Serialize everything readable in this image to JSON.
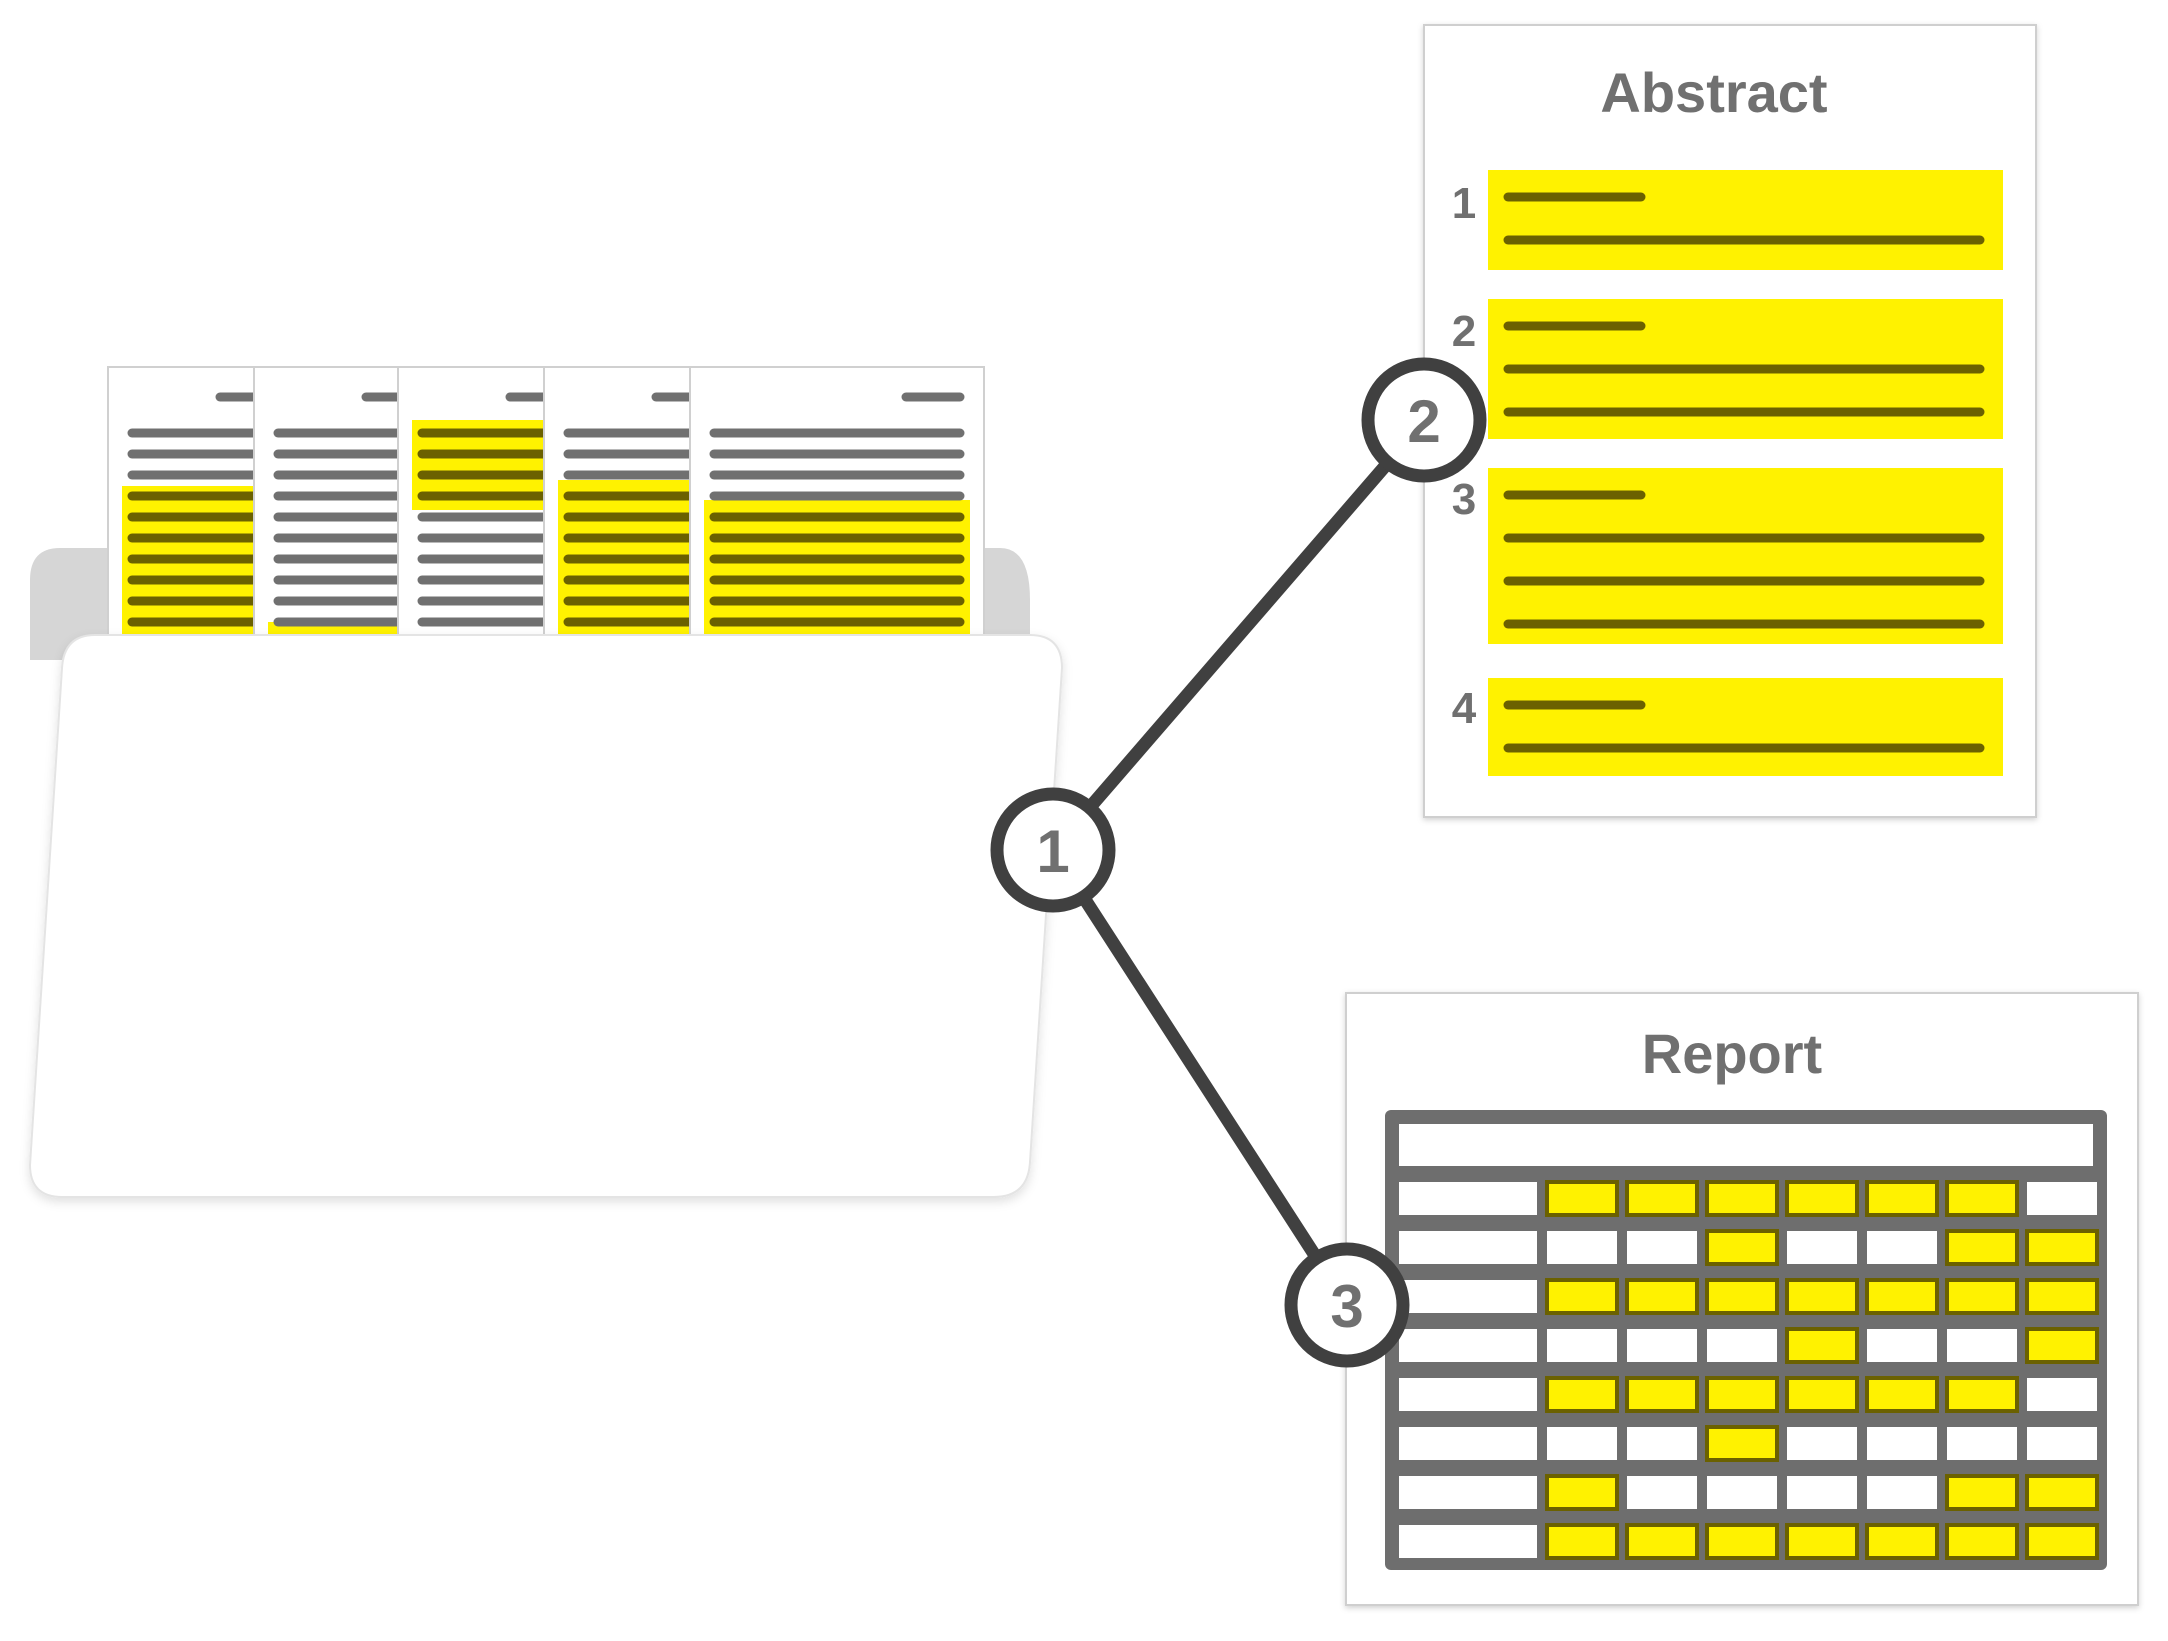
{
  "colors": {
    "highlight": "#fff200",
    "highlight_text": "#6b6100",
    "line_dark": "#404040",
    "text_gray": "#707070",
    "folder_back": "#d6d6d6",
    "folder_front": "#ffffff",
    "paper_border": "#cfcfcf"
  },
  "icons": {
    "folder": "folder-icon",
    "document": "document-icon"
  },
  "nodes": [
    {
      "id": "node-1",
      "label": "1"
    },
    {
      "id": "node-2",
      "label": "2"
    },
    {
      "id": "node-3",
      "label": "3"
    }
  ],
  "abstract": {
    "title": "Abstract",
    "items": [
      {
        "number": "1",
        "lines": 2
      },
      {
        "number": "2",
        "lines": 3
      },
      {
        "number": "3",
        "lines": 4
      },
      {
        "number": "4",
        "lines": 2
      }
    ]
  },
  "report": {
    "title": "Report",
    "rows": 8,
    "data_columns": 7,
    "highlight_matrix": [
      [
        1,
        1,
        1,
        1,
        1,
        1,
        0
      ],
      [
        0,
        0,
        1,
        0,
        0,
        1,
        1
      ],
      [
        1,
        1,
        1,
        1,
        1,
        1,
        1
      ],
      [
        0,
        0,
        0,
        1,
        0,
        0,
        1
      ],
      [
        1,
        1,
        1,
        1,
        1,
        1,
        0
      ],
      [
        0,
        0,
        1,
        0,
        0,
        0,
        0
      ],
      [
        1,
        0,
        0,
        0,
        0,
        1,
        1
      ],
      [
        1,
        1,
        1,
        1,
        1,
        1,
        1
      ]
    ]
  }
}
